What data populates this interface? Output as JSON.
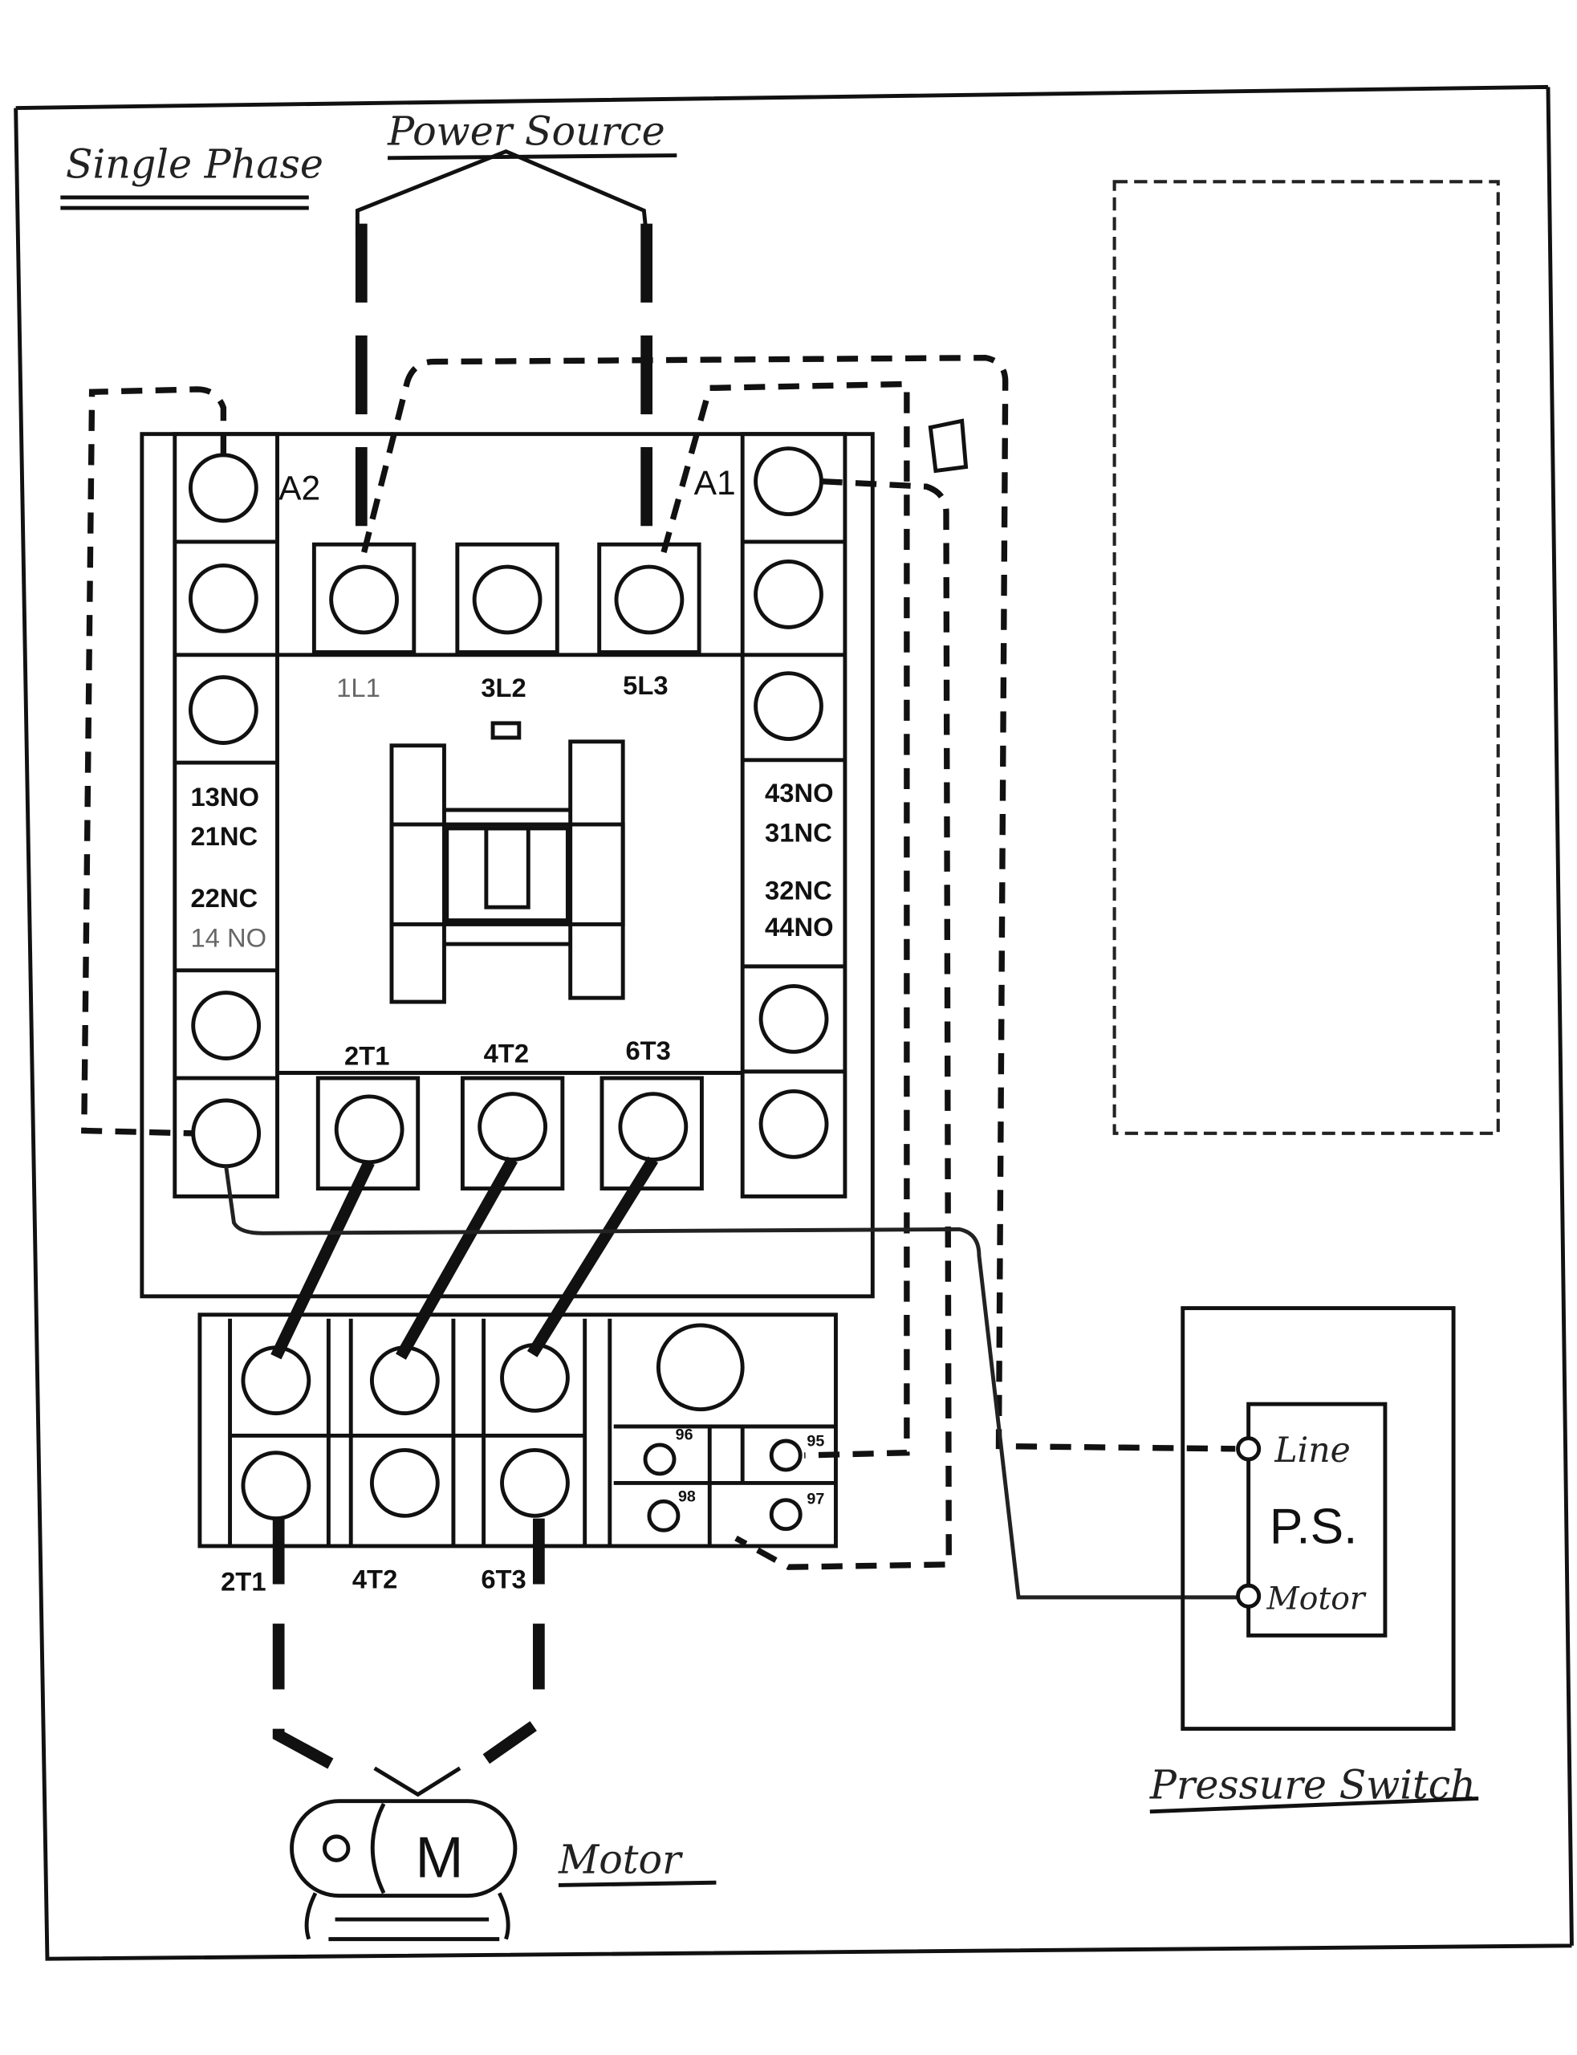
{
  "titles": {
    "phase": "Single Phase",
    "power_source": "Power Source",
    "motor": "Motor",
    "pressure_switch": "Pressure Switch"
  },
  "contactor": {
    "coil_left": "A2",
    "coil_right": "A1",
    "line_terminals": [
      "1L1",
      "3L2",
      "5L3"
    ],
    "load_terminals": [
      "2T1",
      "4T2",
      "6T3"
    ],
    "aux_left": [
      "13NO",
      "21NC",
      "22NC",
      "14 NO"
    ],
    "aux_right": [
      "43NO",
      "31NC",
      "32NC",
      "44NO"
    ]
  },
  "overload": {
    "load_terminals": [
      "2T1",
      "4T2",
      "6T3"
    ],
    "aux_contacts": [
      "96",
      "95",
      "98",
      "97"
    ]
  },
  "pressure_switch": {
    "label": "P.S.",
    "line": "Line",
    "motor": "Motor"
  },
  "motor": {
    "symbol": "M"
  }
}
